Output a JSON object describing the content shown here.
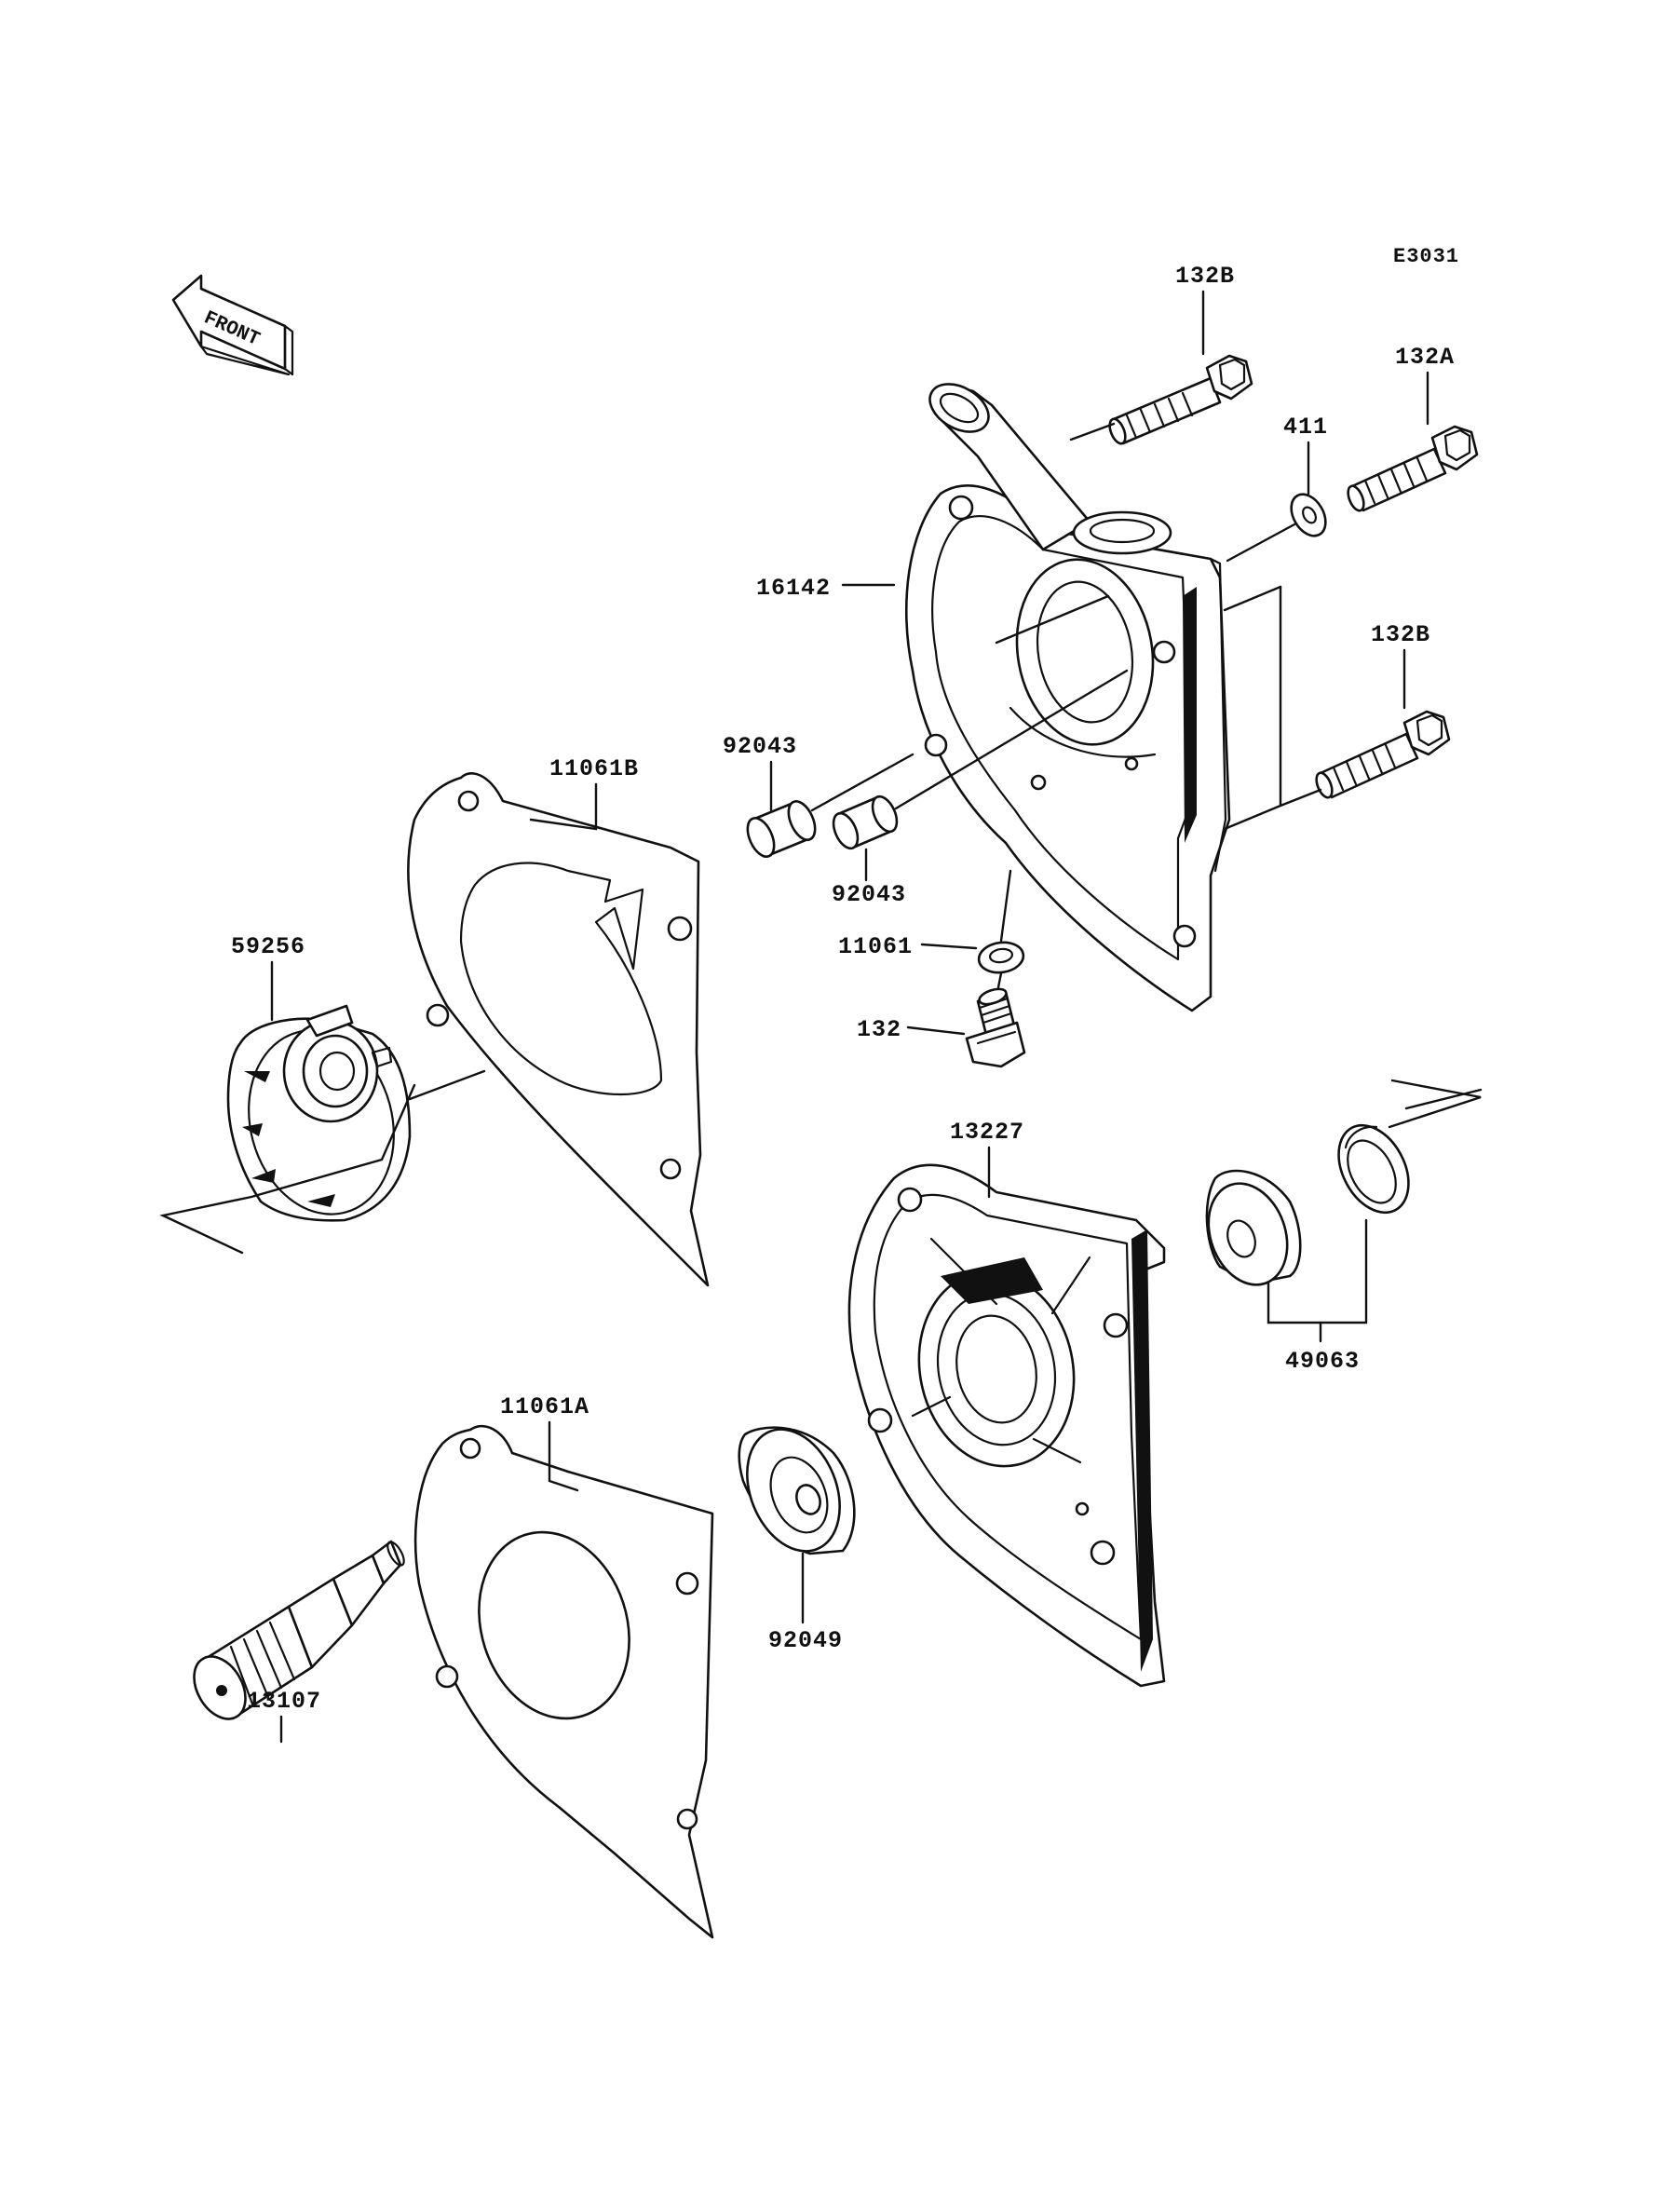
{
  "diagram_code": "E3031",
  "direction_label": "FRONT",
  "labels": {
    "p132B_top": "132B",
    "p132A": "132A",
    "p411": "411",
    "p16142": "16142",
    "p132B_mid": "132B",
    "p92043_a": "92043",
    "p92043_b": "92043",
    "p11061": "11061",
    "p132": "132",
    "p11061B": "11061B",
    "p59256": "59256",
    "p13227": "13227",
    "p49063": "49063",
    "p11061A": "11061A",
    "p92049": "92049",
    "p13107": "13107"
  }
}
